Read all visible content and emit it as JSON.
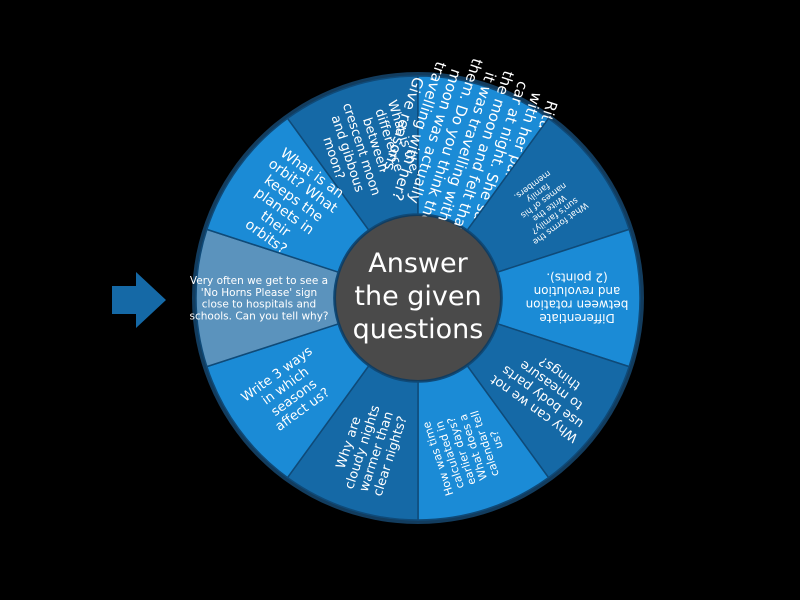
{
  "wheel": {
    "center_text": [
      "Answer",
      "the given",
      "questions"
    ],
    "segments": [
      {
        "text": "What is the difference between crescent moon and gibbous moon?",
        "color": "#1569a6"
      },
      {
        "text": "Ritu was travelling with her parents by car at night. She saw the moon and felt that it was travelling with them. Do you think the moon was actually travelling with her? Give reasons.",
        "color": "#1b8bd6"
      },
      {
        "text": "What forms the sun's family? Write the names of his family members.",
        "color": "#1569a6"
      },
      {
        "text": "Differentiate between rotation and revolution (2 points).",
        "color": "#1b8bd6"
      },
      {
        "text": "Why can we not use body parts to measure things?",
        "color": "#1569a6"
      },
      {
        "text": "How was time calculated in earlier days? What does a calendar tell us?",
        "color": "#1b8bd6"
      },
      {
        "text": "Why are cloudy nights warmer than clear nights?",
        "color": "#1569a6"
      },
      {
        "text": "Write 3 ways in which seasons affect us?",
        "color": "#1b8bd6"
      },
      {
        "text": "Very often we get to see a 'No Horns Please' sign close to hospitals and schools. Can you tell why?",
        "color": "#5b93bd"
      },
      {
        "text": "What is an orbit? What keeps the planets in their orbits?",
        "color": "#1b8bd6"
      }
    ],
    "hub_color": "#4a4a4a",
    "rim_color": "#123c5e"
  },
  "pointer": {
    "icon": "arrow-right-icon",
    "color": "#1569a6"
  }
}
